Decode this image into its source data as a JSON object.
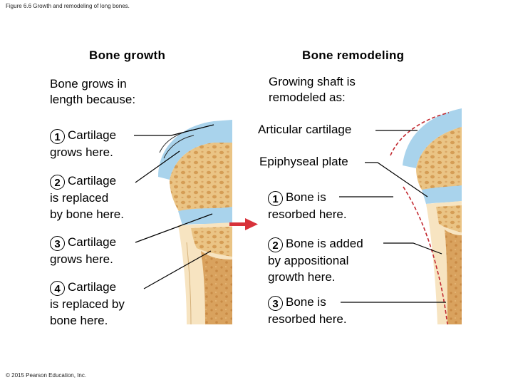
{
  "caption": "Figure 6.6 Growth and remodeling of long bones.",
  "copyright": "© 2015 Pearson Education, Inc.",
  "growth": {
    "heading": "Bone growth",
    "intro": [
      "Bone grows in",
      "length because:"
    ],
    "steps": [
      {
        "num": "1",
        "lines": [
          "Cartilage",
          "grows here."
        ]
      },
      {
        "num": "2",
        "lines": [
          "Cartilage",
          "is replaced",
          "by bone here."
        ]
      },
      {
        "num": "3",
        "lines": [
          "Cartilage",
          "grows here."
        ]
      },
      {
        "num": "4",
        "lines": [
          "Cartilage",
          "is replaced by",
          "bone here."
        ]
      }
    ]
  },
  "remodeling": {
    "heading": "Bone remodeling",
    "intro": [
      "Growing shaft is",
      "remodeled as:"
    ],
    "labels": {
      "articular": "Articular cartilage",
      "epiphyseal": "Epiphyseal plate"
    },
    "steps": [
      {
        "num": "1",
        "lines": [
          "Bone is",
          "resorbed here."
        ]
      },
      {
        "num": "2",
        "lines": [
          "Bone is added",
          "by appositional",
          "growth here."
        ]
      },
      {
        "num": "3",
        "lines": [
          "Bone is",
          "resorbed here."
        ]
      }
    ]
  },
  "colors": {
    "cartilage": "#a9d3ec",
    "spongy_bone": "#ecc789",
    "compact_bone": "#f7e4c1",
    "marrow": "#d9a25e",
    "arrow": "#d8323a",
    "remodel_outline": "#c2282f"
  }
}
